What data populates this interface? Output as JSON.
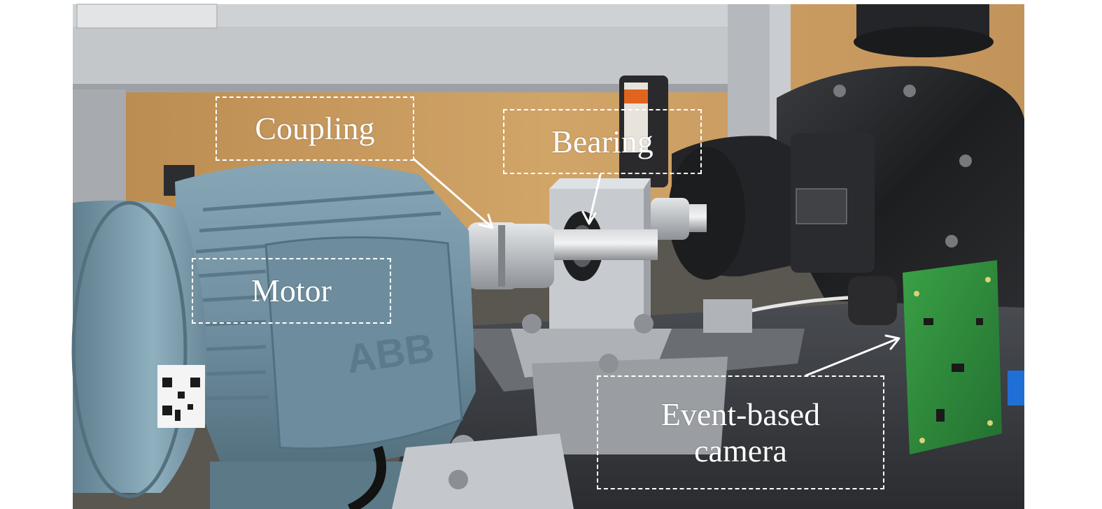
{
  "scene": {
    "subject": "motor-pump test rig with event-based camera",
    "colors": {
      "background_white": "#ffffff",
      "motor_blue": "#6f8fa0",
      "metal_silver": "#b8bcc0",
      "pump_black": "#1d1e20",
      "wood_panel": "#c89a5e",
      "pcb_green": "#2f8a3a",
      "label_white": "#ffffff"
    }
  },
  "labels": {
    "coupling": "Coupling",
    "bearing": "Bearing",
    "motor": "Motor",
    "camera_line1": "Event-based",
    "camera_line2": "camera"
  },
  "logo": {
    "motor_brand": "ABB"
  },
  "icons": [
    "coupling-arrow-icon",
    "bearing-arrow-icon",
    "camera-arrow-icon"
  ]
}
